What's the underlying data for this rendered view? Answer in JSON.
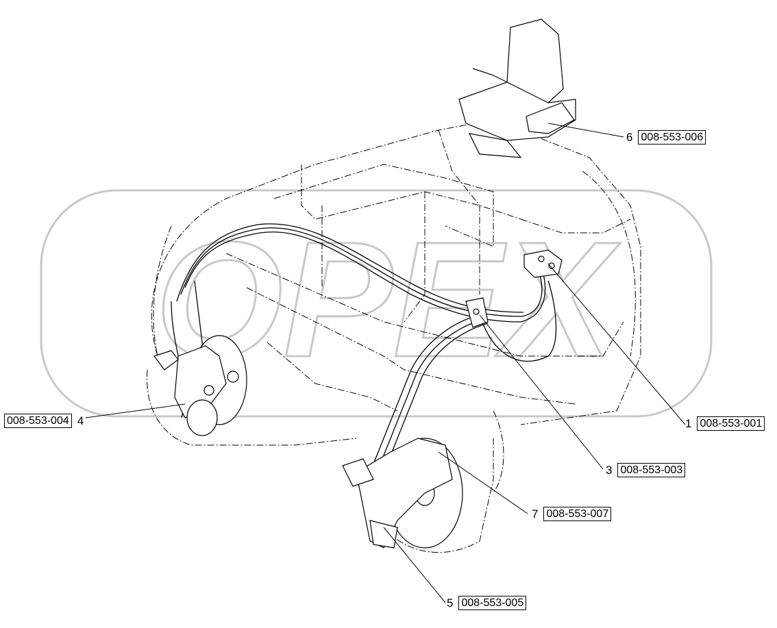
{
  "watermark": {
    "text": "OPEX",
    "color": "#c8c8c8"
  },
  "callouts": [
    {
      "number": "1",
      "code": "008-553-001"
    },
    {
      "number": "3",
      "code": "008-553-003"
    },
    {
      "number": "4",
      "code": "008-553-004"
    },
    {
      "number": "5",
      "code": "008-553-005"
    },
    {
      "number": "6",
      "code": "008-553-006"
    },
    {
      "number": "7",
      "code": "008-553-007"
    }
  ],
  "colors": {
    "line": "#000000",
    "watermark": "#c8c8c8",
    "background": "#ffffff"
  }
}
